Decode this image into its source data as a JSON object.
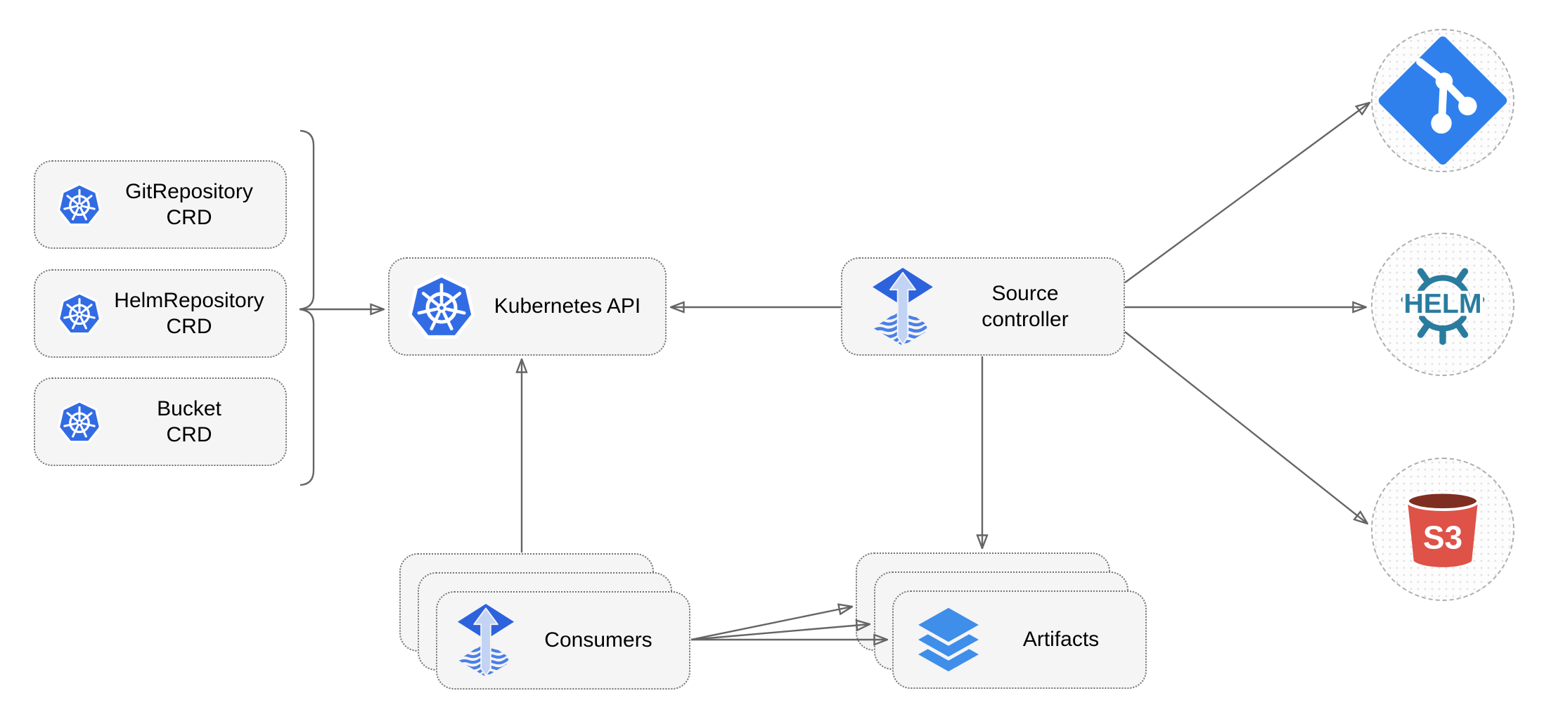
{
  "diagram": {
    "title_hint": "Flux source-controller architecture diagram",
    "crd_boxes": [
      {
        "line1": "GitRepository",
        "line2": "CRD",
        "icon": "kubernetes-icon"
      },
      {
        "line1": "HelmRepository",
        "line2": "CRD",
        "icon": "kubernetes-icon"
      },
      {
        "line1": "Bucket",
        "line2": "CRD",
        "icon": "kubernetes-icon"
      }
    ],
    "kubernetes_api": {
      "label": "Kubernetes API",
      "icon": "kubernetes-icon"
    },
    "source_controller": {
      "line1": "Source",
      "line2": "controller",
      "icon": "flux-icon"
    },
    "consumers": {
      "label": "Consumers",
      "icon": "flux-icon",
      "stack_count": 3
    },
    "artifacts": {
      "label": "Artifacts",
      "icon": "layers-icon",
      "stack_count": 3
    },
    "external_targets": [
      {
        "name": "git-repository",
        "icon": "git-icon"
      },
      {
        "name": "helm-repository",
        "icon": "helm-icon",
        "label": "HELM"
      },
      {
        "name": "s3-bucket",
        "icon": "s3-bucket-icon",
        "label": "S3"
      }
    ],
    "connections": [
      "crd-bracket to kubernetes-api",
      "source-controller to kubernetes-api",
      "consumers to kubernetes-api",
      "source-controller to artifacts",
      "source-controller to git-repository",
      "source-controller to helm-repository",
      "source-controller to s3-bucket",
      "consumers to artifacts (3 lines)"
    ],
    "colors": {
      "node_fill": "#f5f5f5",
      "node_border": "#757575",
      "circle_border": "#aeaeae",
      "arrow": "#656565",
      "kubernetes_blue": "#326ce5",
      "flux_blue": "#2d62dd",
      "flux_arrow_light": "#c3d3f3",
      "flux_wave_blue": "#4a80e8",
      "git_blue": "#2f80ec",
      "helm_teal": "#2a7c9e",
      "s3_red": "#de5247",
      "s3_dark": "#7e2f22",
      "layers_blue": "#3f8ee9",
      "text": "#000000"
    }
  }
}
